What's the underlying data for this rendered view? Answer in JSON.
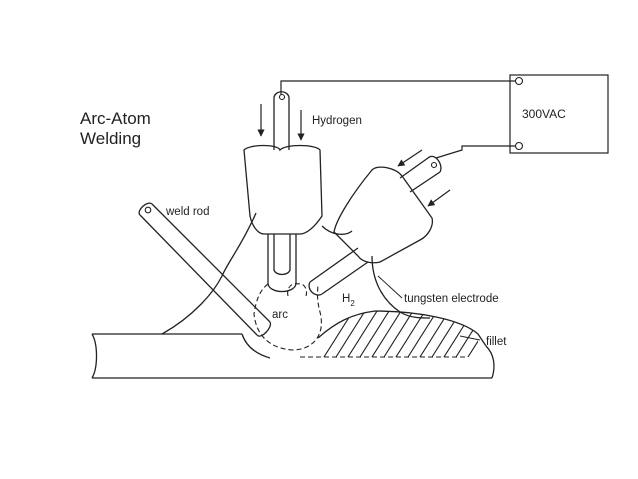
{
  "diagram": {
    "title_line1": "Arc-Atom",
    "title_line2": "Welding",
    "power_supply": "300VAC",
    "labels": {
      "hydrogen": "Hydrogen",
      "weld_rod": "weld rod",
      "arc": "arc",
      "h2_main": "H",
      "h2_sub": "2",
      "tungsten_electrode": "tungsten electrode",
      "fillet": "fillet"
    }
  }
}
